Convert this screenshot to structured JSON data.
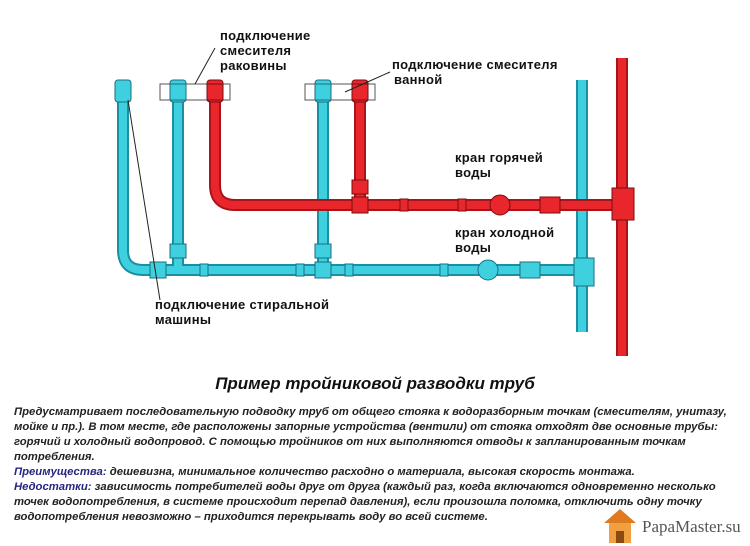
{
  "labels": {
    "sink": [
      "подключение",
      "смесителя",
      "раковины"
    ],
    "bath": [
      "подключение смесителя",
      "ванной"
    ],
    "hot_valve": [
      "кран горячей",
      "воды"
    ],
    "cold_valve": [
      "кран холодной",
      "воды"
    ],
    "washer": [
      "подключение стиральной",
      "машины"
    ]
  },
  "title": "Пример тройниковой разводки труб",
  "description": {
    "intro": "Предусматривает последовательную подводку труб от общего стояка к водоразборным точкам (смесителям, унитазу, мойке и пр.). В том месте, где расположены запорные устройства (вентили) от стояка отходят две основные трубы: горячий и холодный водопровод. С помощью тройников от них выполняются отводы к запланированным точкам потребления.",
    "pros_label": "Преимущества:",
    "pros": " дешевизна, минимальное количество расходно о материала, высокая скорость монтажа.",
    "cons_label": "Недостатки:",
    "cons": " зависимость потребителей воды друг от друга (каждый раз, когда включаются одновременно несколько точек водопотребления, в системе происходит перепад давления), если произошла поломка, отключить одну точку водопотребления невозможно – приходится перекрывать воду во всей системе."
  },
  "logo": {
    "text": "PapaMaster.su"
  },
  "colors": {
    "hot": "#e8262b",
    "cold": "#2ec4d8",
    "accent": "#262680"
  }
}
